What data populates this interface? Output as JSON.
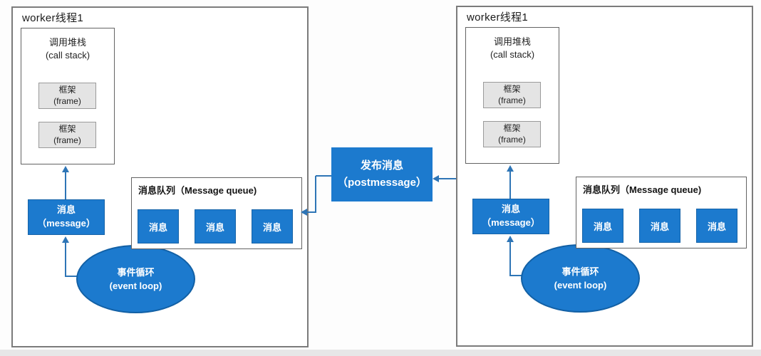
{
  "colors": {
    "box_blue": "#1c7ace",
    "arrow_blue": "#2e75b6",
    "frame_grey": "#e4e4e4"
  },
  "post_message_box": {
    "line1": "发布消息",
    "line2": "（postmessage）"
  },
  "workers": [
    {
      "title": "worker线程1",
      "call_stack": {
        "title_line1": "调用堆栈",
        "title_line2": "(call stack)",
        "frames": [
          {
            "line1": "框架",
            "line2": "(frame)"
          },
          {
            "line1": "框架",
            "line2": "(frame)"
          }
        ]
      },
      "message_box": {
        "line1": "消息",
        "line2": "（message）"
      },
      "event_loop": {
        "line1": "事件循环",
        "line2": "(event loop)"
      },
      "message_queue": {
        "title": "消息队列（Message queue)",
        "items": [
          "消息",
          "消息",
          "消息"
        ]
      }
    },
    {
      "title": "worker线程1",
      "call_stack": {
        "title_line1": "调用堆栈",
        "title_line2": "(call stack)",
        "frames": [
          {
            "line1": "框架",
            "line2": "(frame)"
          },
          {
            "line1": "框架",
            "line2": "(frame)"
          }
        ]
      },
      "message_box": {
        "line1": "消息",
        "line2": "（message）"
      },
      "event_loop": {
        "line1": "事件循环",
        "line2": "(event loop)"
      },
      "message_queue": {
        "title": "消息队列（Message queue)",
        "items": [
          "消息",
          "消息",
          "消息"
        ]
      }
    }
  ]
}
